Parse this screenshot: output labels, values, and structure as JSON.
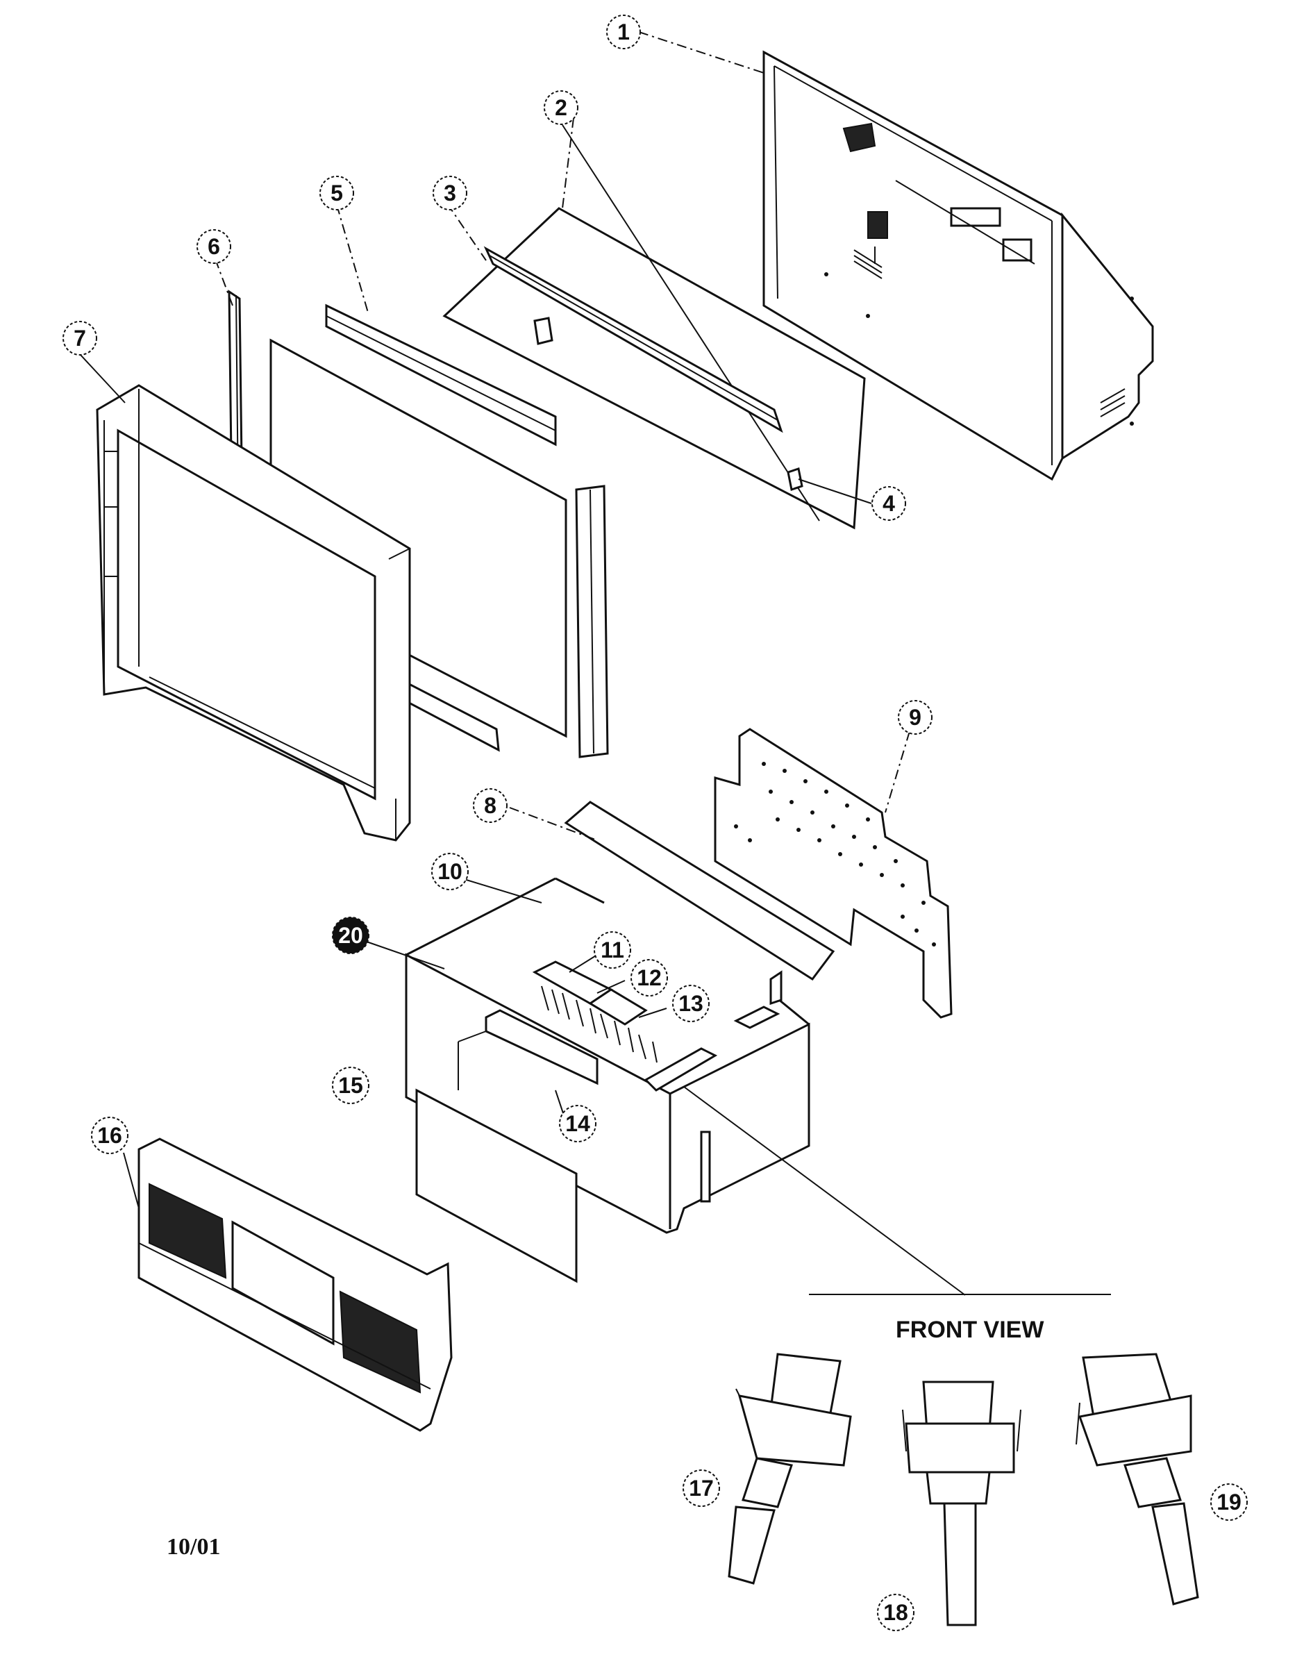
{
  "callouts": [
    "1",
    "2",
    "3",
    "4",
    "5",
    "6",
    "7",
    "8",
    "9",
    "10",
    "11",
    "12",
    "13",
    "14",
    "15",
    "16",
    "17",
    "18",
    "19",
    "20"
  ],
  "front_view": {
    "label": "FRONT VIEW"
  },
  "date_code": "10/01"
}
